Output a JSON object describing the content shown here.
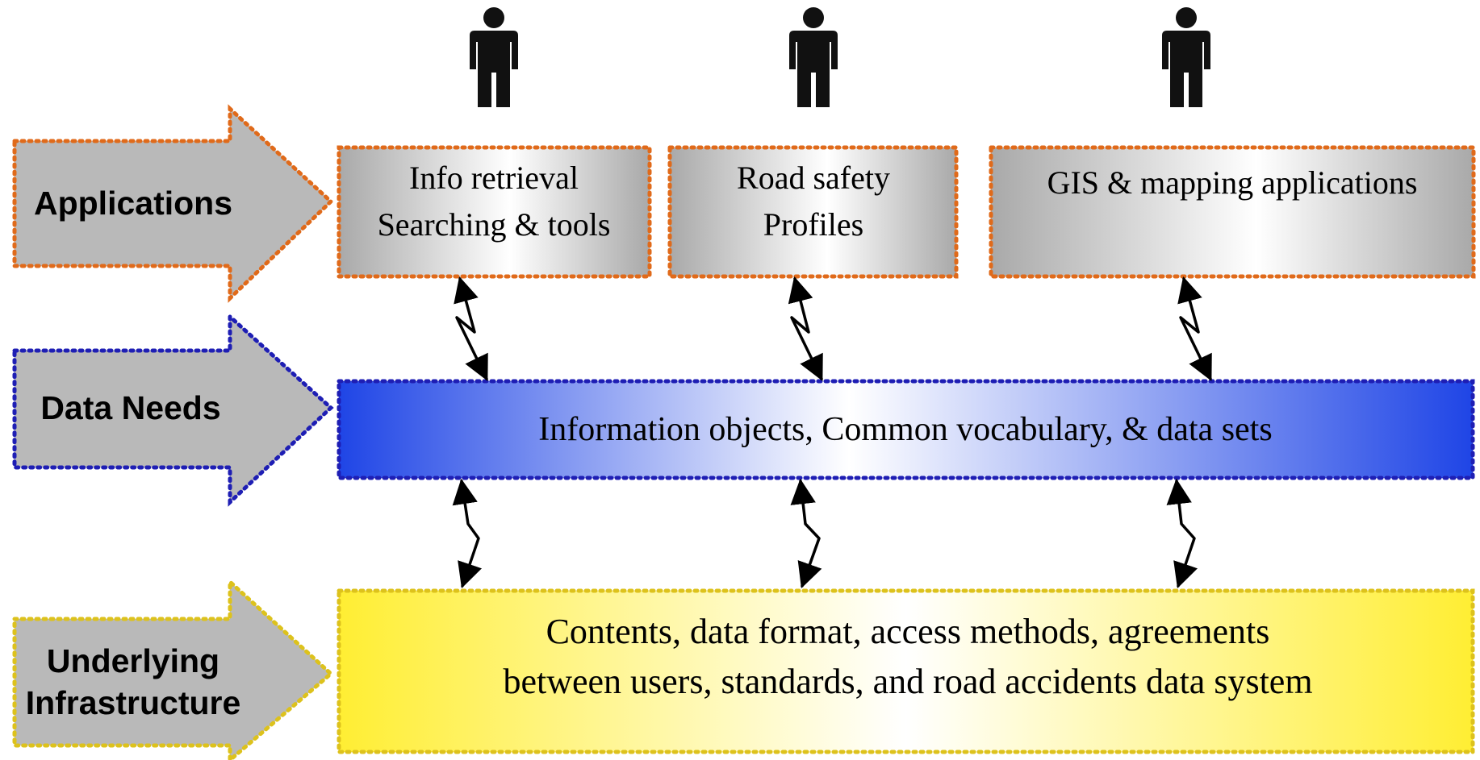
{
  "colors": {
    "applications_border": "#e06a1a",
    "data_needs_border": "#1e1eb4",
    "infrastructure_border": "#ddc21c",
    "arrow_fill": "#b9b9b9",
    "connector": "#000000",
    "person": "#111111",
    "data_box_blue": "#1f45e6",
    "infra_box_yellow": "#ffee33"
  },
  "users": [
    {
      "icon": "person-icon"
    },
    {
      "icon": "person-icon"
    },
    {
      "icon": "person-icon"
    }
  ],
  "layers": {
    "applications": {
      "label": [
        "Applications"
      ],
      "boxes": [
        {
          "lines": [
            "Info retrieval",
            "Searching & tools"
          ]
        },
        {
          "lines": [
            "Road safety",
            "Profiles"
          ]
        },
        {
          "lines": [
            "GIS & mapping applications"
          ]
        }
      ]
    },
    "data_needs": {
      "label": [
        "Data Needs"
      ],
      "box": {
        "lines": [
          "Information objects, Common vocabulary, & data sets"
        ]
      }
    },
    "infrastructure": {
      "label": [
        "Underlying",
        "Infrastructure"
      ],
      "box": {
        "lines": [
          "Contents, data format, access methods, agreements",
          "between users, standards, and road accidents data system"
        ]
      }
    }
  }
}
